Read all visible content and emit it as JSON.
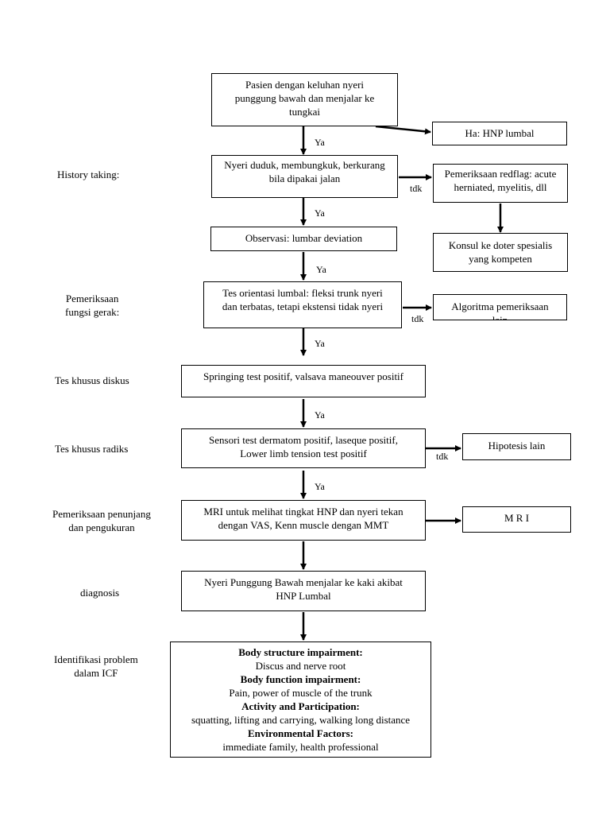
{
  "left_labels": {
    "history": "History taking:",
    "pemeriksaan_1": "Pemeriksaan",
    "pemeriksaan_2": "fungsi gerak:",
    "diskus": "Tes khusus diskus",
    "radiks": "Tes khusus radiks",
    "penunjang_1": "Pemeriksaan penunjang",
    "penunjang_2": "dan pengukuran",
    "diagnosis": "diagnosis",
    "icf_1": "Identifikasi problem",
    "icf_2": "dalam ICF"
  },
  "main": {
    "pasien": [
      "Pasien dengan keluhan nyeri",
      "punggung bawah dan menjalar ke",
      "tungkai"
    ],
    "nyeri_duduk": [
      "Nyeri duduk, membungkuk, berkurang",
      "bila dipakai jalan"
    ],
    "observasi": "Observasi: lumbar deviation",
    "tes_orientasi": [
      "Tes orientasi lumbal: fleksi trunk  nyeri",
      "dan terbatas, tetapi ekstensi tidak  nyeri"
    ],
    "springing": "Springing test positif, valsava maneouver positif",
    "sensori": [
      "Sensori test dermatom positif, laseque positif,",
      "Lower limb tension test positif"
    ],
    "mri_main": [
      "MRI untuk melihat tingkat HNP dan nyeri tekan",
      "dengan VAS, Kenn muscle dengan MMT"
    ],
    "diagnosis_box": [
      "Nyeri Punggung Bawah menjalar ke kaki akibat",
      "HNP Lumbal"
    ]
  },
  "side": {
    "ha": "Ha: HNP lumbal",
    "redflag": [
      "Pemeriksaan redflag: acute",
      "herniated, myelitis, dll"
    ],
    "konsul": [
      "Konsul ke doter spesialis",
      "yang kompeten"
    ],
    "algoritma": [
      "Algoritma pemeriksaan",
      "lain"
    ],
    "hipotesis": "Hipotesis lain",
    "mri": "M R I"
  },
  "arrow_labels": {
    "ya": "Ya",
    "tdk": "tdk"
  },
  "icf": {
    "h1": "Body structure impairment:",
    "t1": "Discus and nerve root",
    "h2": "Body function impairment:",
    "t2": "Pain, power of muscle of the trunk",
    "h3": "Activity and Participation:",
    "t3": "squatting, lifting and carrying, walking long distance",
    "h4": "Environmental Factors:",
    "t4": "immediate family, health professional"
  }
}
